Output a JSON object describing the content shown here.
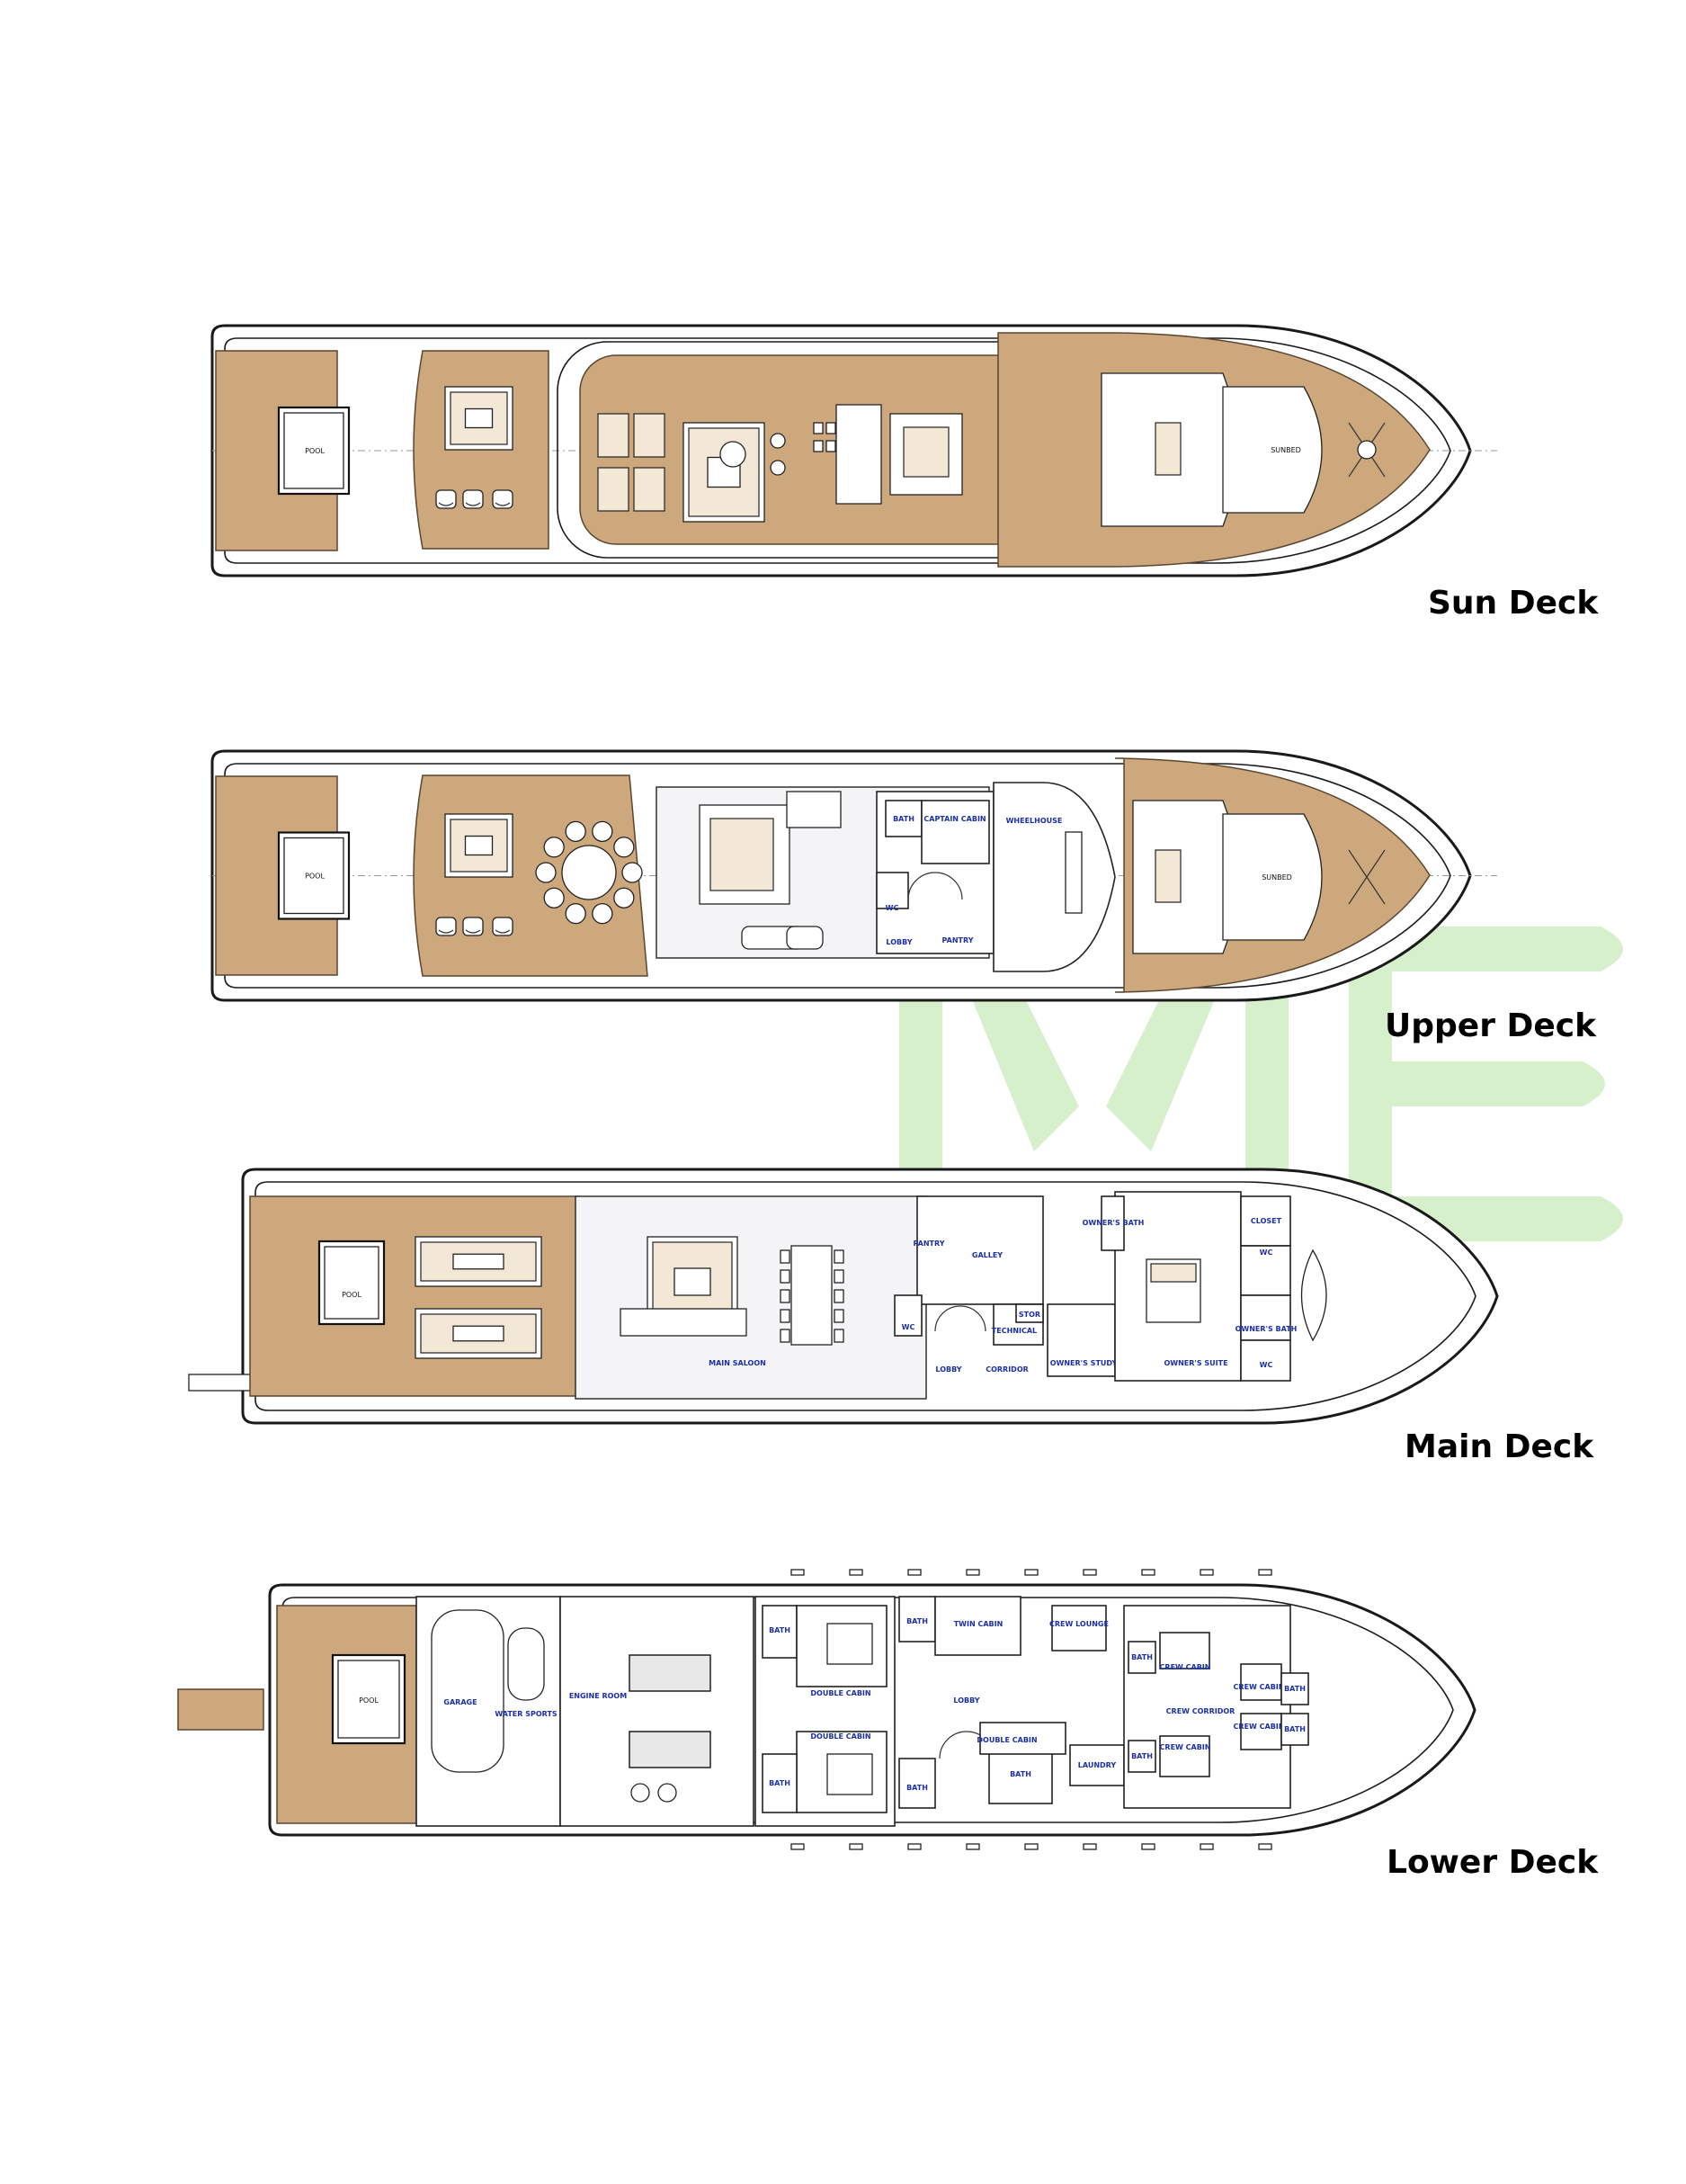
{
  "decks": [
    {
      "id": "sun",
      "title": "Sun Deck",
      "labels": [
        "POOL",
        "SUNBED"
      ]
    },
    {
      "id": "upper",
      "title": "Upper Deck",
      "labels": [
        "POOL",
        "BATH",
        "CAPTAIN CABIN",
        "WHEELHOUSE",
        "WC",
        "LOBBY",
        "PANTRY",
        "SUNBED"
      ]
    },
    {
      "id": "main",
      "title": "Main Deck",
      "labels": [
        "POOL",
        "MAIN SALOON",
        "PANTRY",
        "GALLEY",
        "WC",
        "TECHNICAL",
        "STOR",
        "LOBBY",
        "CORRIDOR",
        "OWNER'S STUDY",
        "OWNER'S SUITE",
        "OWNER'S BATH",
        "CLOSET",
        "WC",
        "OWNER'S BATH",
        "WC"
      ]
    },
    {
      "id": "lower",
      "title": "Lower Deck",
      "labels": [
        "POOL",
        "GARAGE",
        "WATER SPORTS",
        "ENGINE ROOM",
        "BATH",
        "DOUBLE CABIN",
        "DOUBLE CABIN",
        "BATH",
        "BATH",
        "TWIN CABIN",
        "CREW LOUNGE",
        "BATH",
        "LOBBY",
        "BATH",
        "DOUBLE CABIN",
        "LAUNDRY",
        "CREW CABIN",
        "CREW CORRIDOR",
        "CREW CABIN",
        "BATH",
        "CREW CABIN",
        "BATH",
        "CREW CABIN",
        "BATH",
        "BATH"
      ]
    }
  ],
  "colors": {
    "deck_wood": "#cda87c",
    "room_label": "#1a2fa8",
    "watermark": "#d6f0cc",
    "line": "#1a1a1a"
  }
}
